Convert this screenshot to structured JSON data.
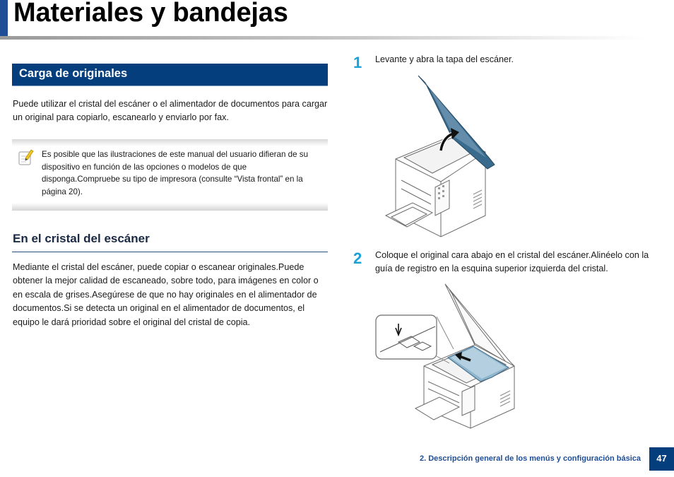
{
  "page": {
    "title": "Materiales y bandejas"
  },
  "section": {
    "title": "Carga de originales",
    "intro": "Puede utilizar el cristal del escáner o el alimentador de documentos para cargar un original para copiarlo, escanearlo y enviarlo por fax."
  },
  "note": {
    "icon": "pencil-note-icon",
    "text": "Es posible que las ilustraciones de este manual del usuario difieran de su dispositivo en función de las opciones o modelos de que disponga.Compruebe su tipo de impresora (consulte “Vista frontal” en la página 20)."
  },
  "subsection": {
    "title": "En el cristal del escáner",
    "body": "Mediante el cristal del escáner, puede copiar o escanear originales.Puede obtener la mejor calidad de escaneado, sobre todo, para imágenes en color o en escala de grises.Asegúrese de que no hay originales en el alimentador de documentos.Si se detecta un original en el alimentador de documentos, el equipo le dará prioridad sobre el original del cristal de copia."
  },
  "steps": [
    {
      "number": "1",
      "text": "Levante y abra la tapa del escáner."
    },
    {
      "number": "2",
      "text": "Coloque el original cara abajo en el cristal del escáner.Alinéelo con la guía de registro en la esquina superior izquierda del cristal."
    }
  ],
  "footer": {
    "chapter": "2.  Descripción general de los menús y configuración básica",
    "page_number": "47"
  },
  "colors": {
    "accent": "#043e7d",
    "step_number": "#1aa2d8",
    "lid": "#3a6a8c"
  }
}
